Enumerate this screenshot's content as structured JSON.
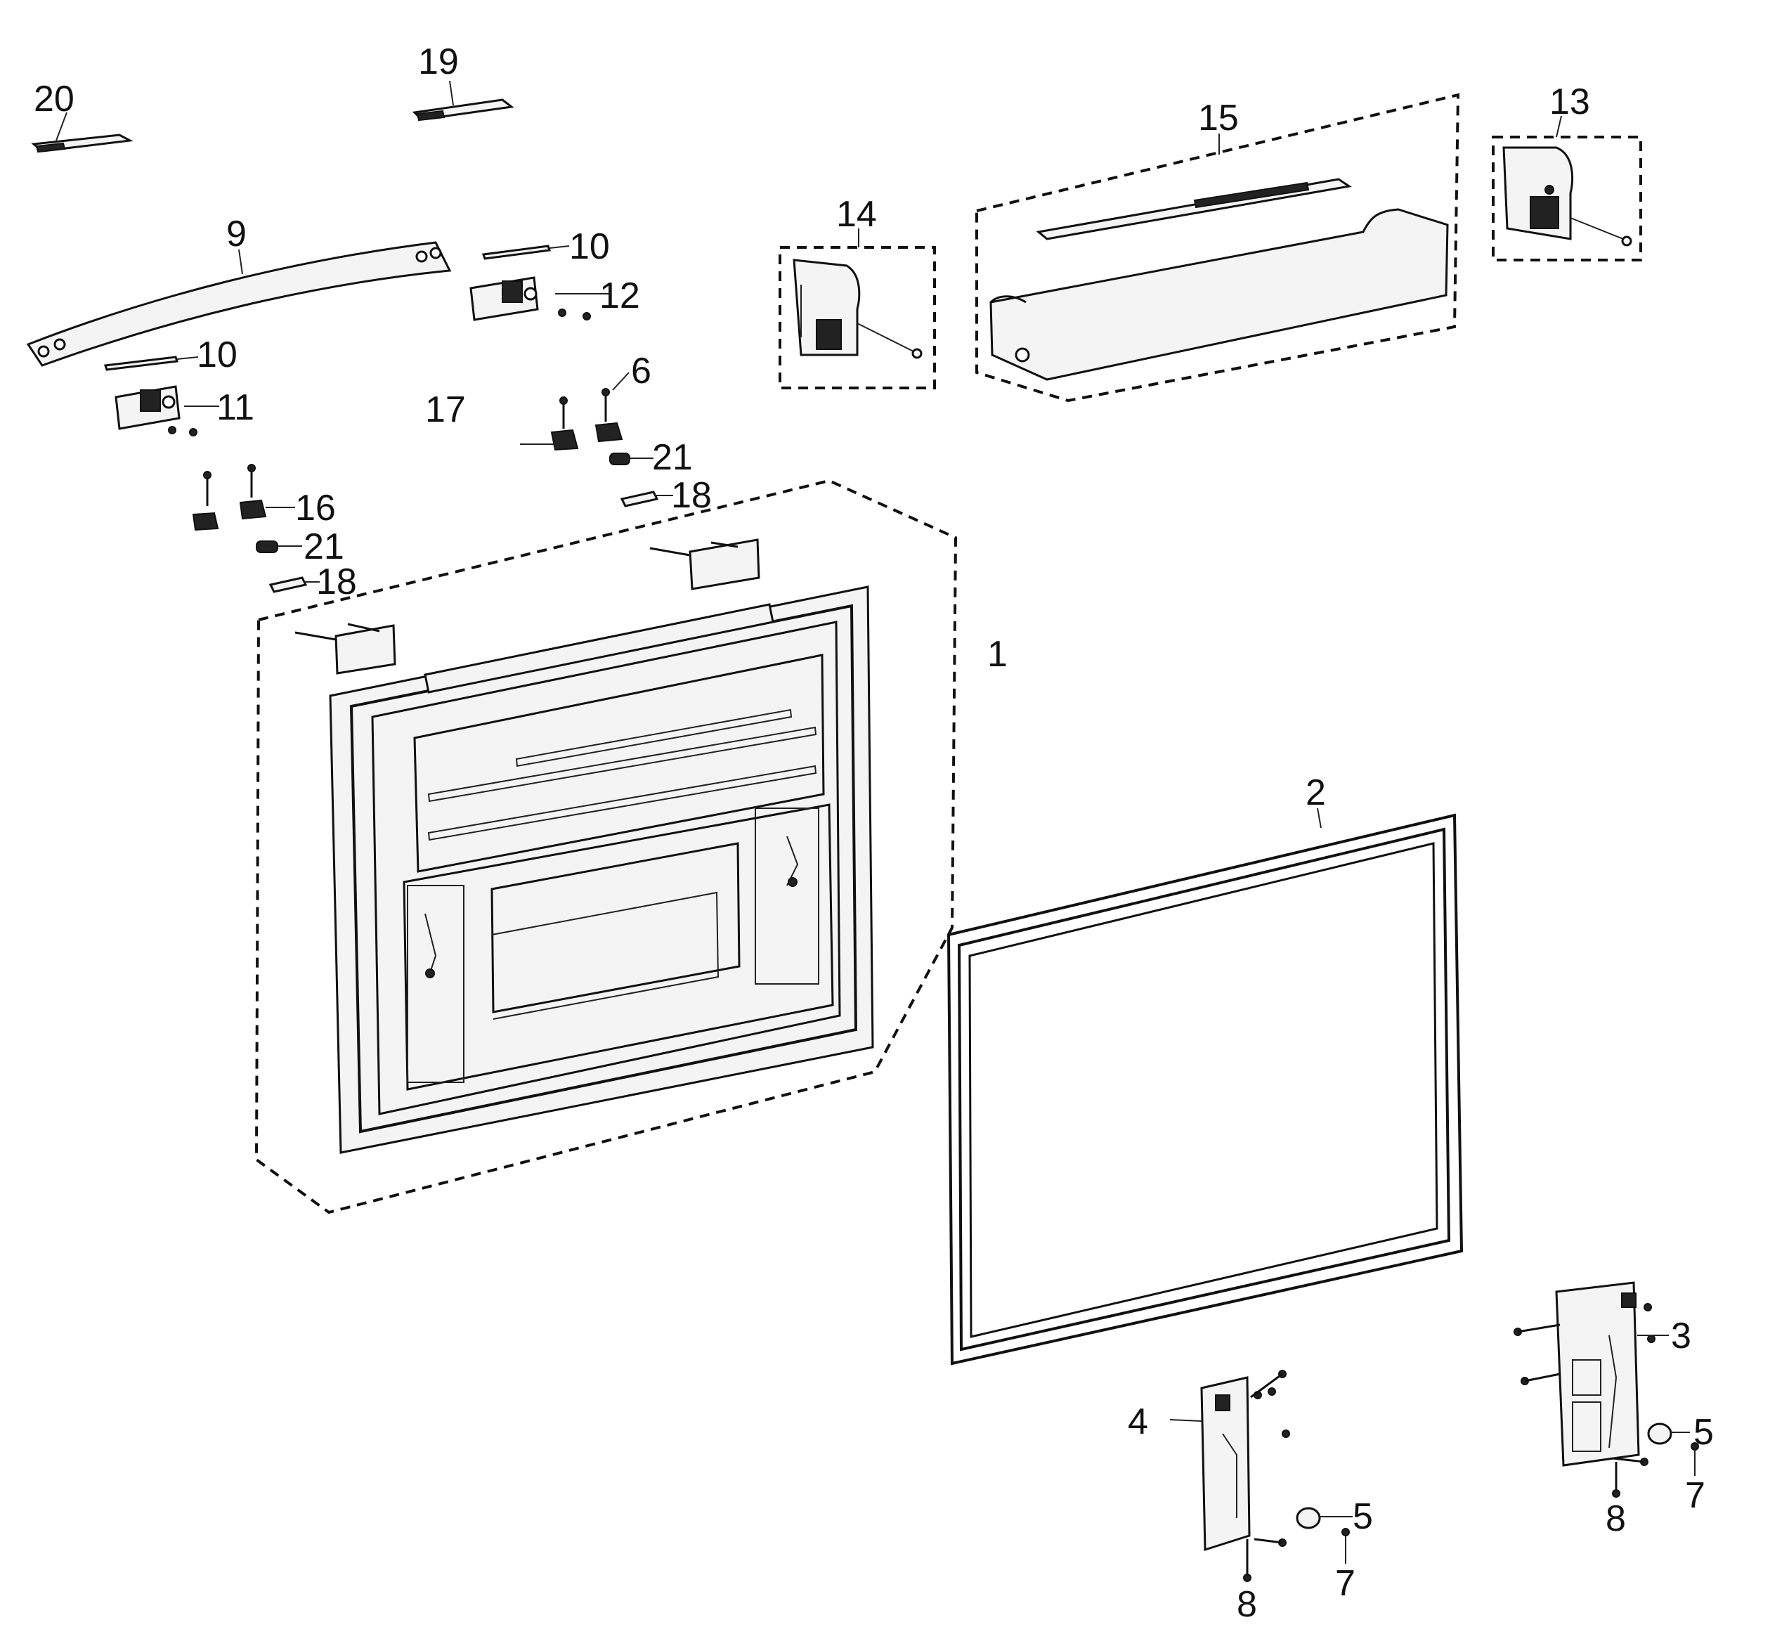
{
  "callouts": [
    "1",
    "2",
    "3",
    "4",
    "5",
    "5",
    "6",
    "7",
    "7",
    "8",
    "8",
    "9",
    "10",
    "10",
    "11",
    "12",
    "13",
    "14",
    "15",
    "16",
    "17",
    "18",
    "18",
    "19",
    "20",
    "21",
    "21"
  ],
  "colors": {
    "line": "#111111",
    "background": "#ffffff"
  }
}
